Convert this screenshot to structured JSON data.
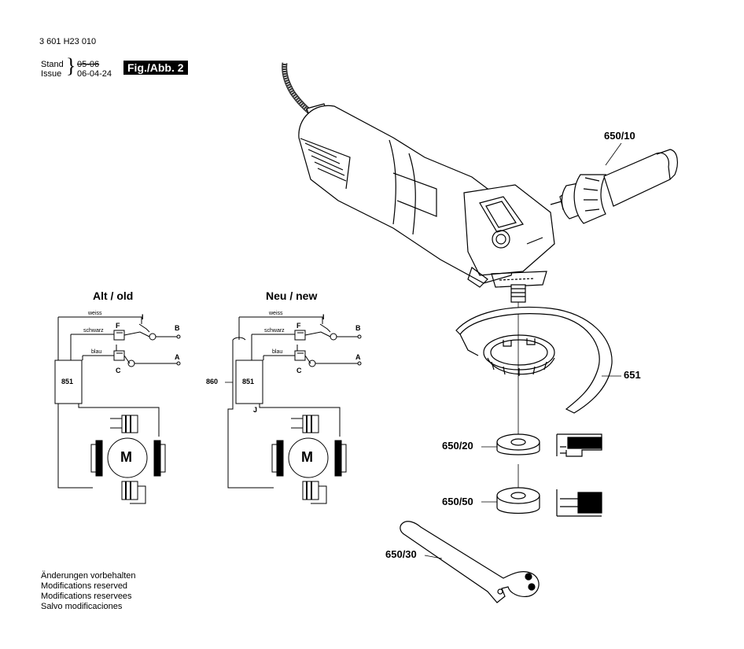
{
  "header": {
    "doc_number": "3 601 H23 010",
    "stand_label": "Stand",
    "issue_label": "Issue",
    "old_date": "05-06",
    "new_date": "06-04-24",
    "figure_label": "Fig./Abb. 2"
  },
  "wiring": {
    "old_title": "Alt / old",
    "new_title": "Neu / new",
    "wire_white": "weiss",
    "wire_black": "schwarz",
    "wire_blue": "blau",
    "terminal_f": "F",
    "terminal_c": "C",
    "terminal_i": "I",
    "terminal_b": "B",
    "terminal_a": "A",
    "terminal_j": "J",
    "module_851": "851",
    "part_860": "860",
    "motor_symbol": "M"
  },
  "parts": {
    "handle": "650/10",
    "guard": "651",
    "flange_nut": "650/20",
    "clamping_nut": "650/50",
    "spanner": "650/30"
  },
  "footer": {
    "line1": "Änderungen vorbehalten",
    "line2": "Modifications reserved",
    "line3": "Modifications reservees",
    "line4": "Salvo modificaciones"
  }
}
